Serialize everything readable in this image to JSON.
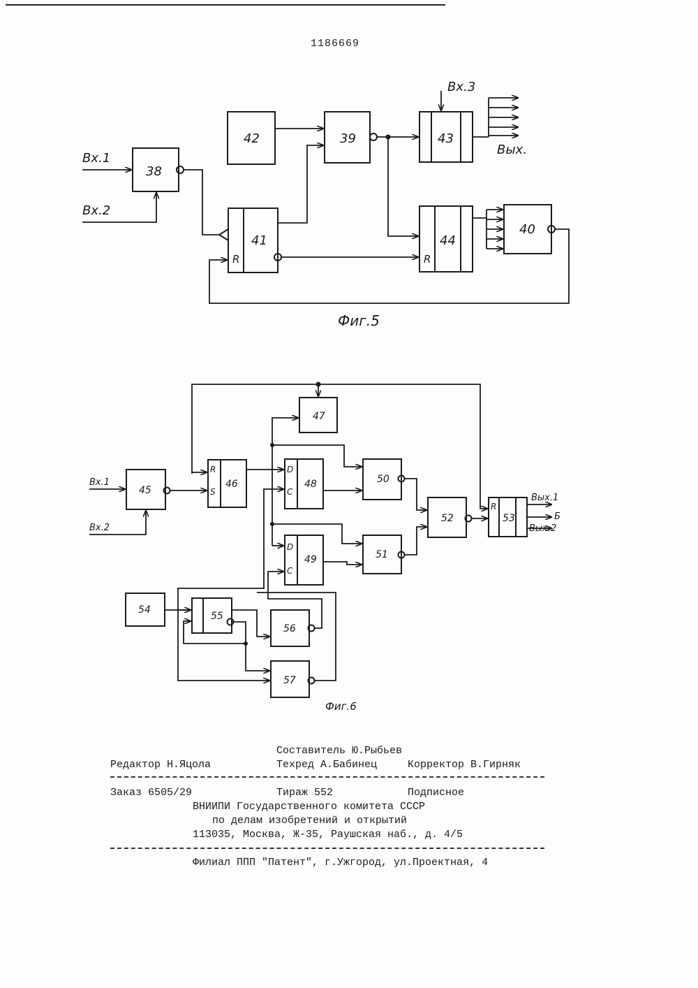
{
  "patent_number": "1186669",
  "figure5": {
    "caption": "Фиг.5",
    "inputs": {
      "in1": "Вх.1",
      "in2": "Вх.2",
      "in3": "Вх.3"
    },
    "output": "Вых.",
    "blocks": {
      "b38": "38",
      "b39": "39",
      "b40": "40",
      "b41": "41",
      "b42": "42",
      "b43": "43",
      "b44": "44"
    },
    "reset_pin": "R"
  },
  "figure6": {
    "caption": "Фиг.6",
    "inputs": {
      "in1": "Вх.1",
      "in2": "Вх.2"
    },
    "outputs": {
      "out1": "Вых.1",
      "mid": "Б",
      "out2": "Вых.2"
    },
    "blocks": {
      "b45": "45",
      "b46": "46",
      "b47": "47",
      "b48": "48",
      "b49": "49",
      "b50": "50",
      "b51": "51",
      "b52": "52",
      "b53": "53",
      "b54": "54",
      "b55": "55",
      "b56": "56",
      "b57": "57"
    },
    "pins": {
      "r": "R",
      "s": "S",
      "d": "D",
      "c": "C"
    }
  },
  "imprint": {
    "compiler": "Составитель Ю.Рыбьев",
    "editor": "Редактор Н.Яцола",
    "techred": "Техред А.Бабинец",
    "corrector": "Корректор В.Гирняк",
    "order": "Заказ 6505/29",
    "circulation": "Тираж 552",
    "subscription": "Подписное",
    "org_line1": "ВНИИПИ Государственного комитета СССР",
    "org_line2": "по делам изобретений и открытий",
    "address": "113035, Москва, Ж-35, Раушская наб., д. 4/5",
    "branch": "Филиал ППП \"Патент\", г.Ужгород, ул.Проектная, 4"
  }
}
